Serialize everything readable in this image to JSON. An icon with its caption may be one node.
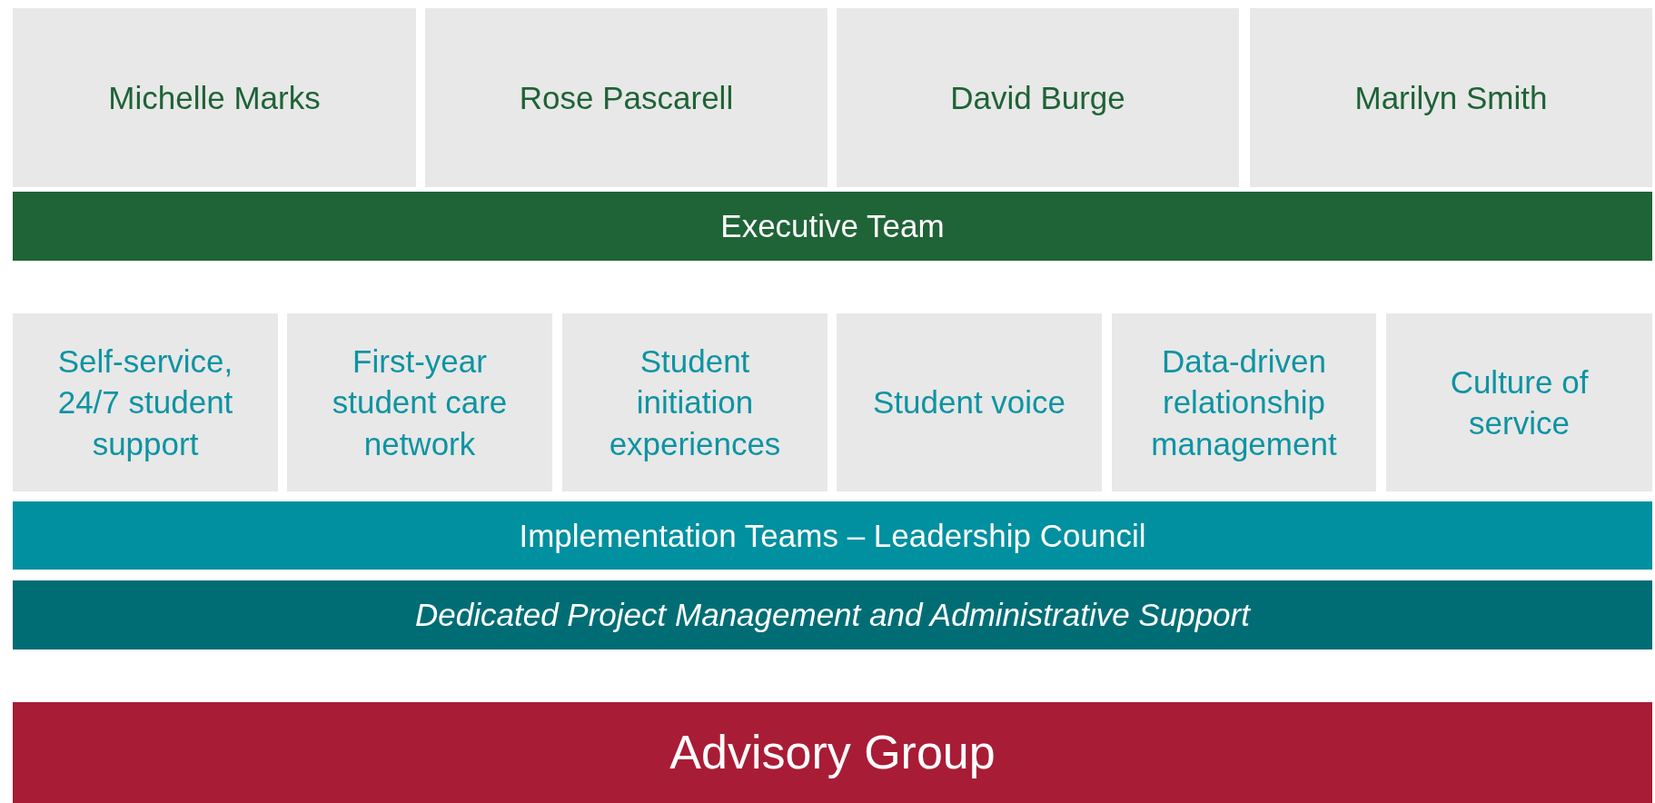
{
  "diagram": {
    "nodes": [
      {
        "text": [
          "Michelle Marks"
        ]
      },
      {
        "text": [
          "Rose Pascarell"
        ]
      },
      {
        "text": [
          "David Burge"
        ]
      },
      {
        "text": [
          "Marilyn Smith"
        ]
      },
      {
        "text": [
          "Executive Team"
        ]
      },
      {
        "text": [
          "Self-service, 24/7 student support"
        ]
      },
      {
        "text": [
          "First-year student care network"
        ]
      },
      {
        "text": [
          "Student initiation experiences"
        ]
      },
      {
        "text": [
          "Student voice"
        ]
      },
      {
        "text": [
          "Data-driven relationship management"
        ]
      },
      {
        "text": [
          "Culture of service"
        ]
      },
      {
        "text": [
          "Implementation Teams – Leadership Council"
        ]
      },
      {
        "text": [
          "Dedicated Project Management and Administrative Support"
        ]
      },
      {
        "text": [
          "Advisory Group"
        ]
      }
    ]
  }
}
